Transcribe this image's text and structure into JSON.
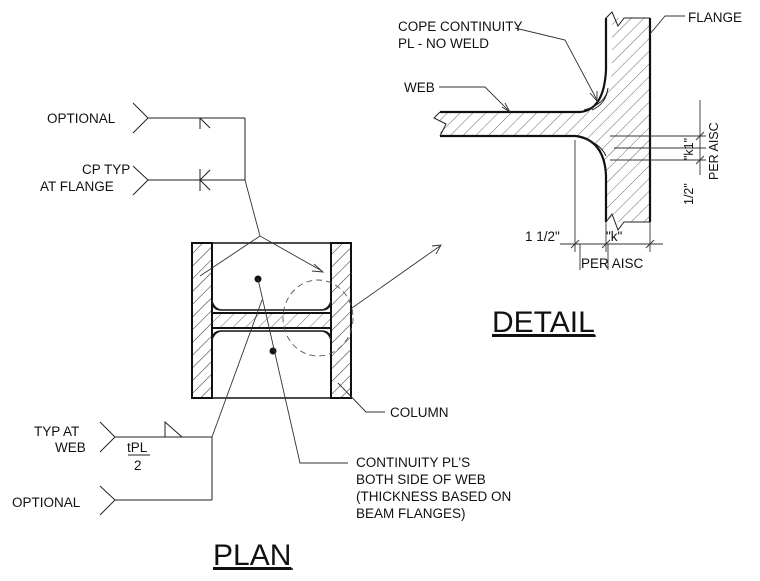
{
  "titles": {
    "plan": "PLAN",
    "detail": "DETAIL"
  },
  "plan_labels": {
    "optional_top": "OPTIONAL",
    "cp_typ_line1": "CP TYP",
    "cp_typ_line2": "AT FLANGE",
    "typ_at_web_line1": "TYP AT",
    "typ_at_web_line2": "WEB",
    "fraction_num": "tPL",
    "fraction_den": "2",
    "optional_bottom": "OPTIONAL",
    "column": "COLUMN",
    "continuity_line1": "CONTINUITY PL'S",
    "continuity_line2": "BOTH SIDE OF WEB",
    "continuity_line3": "(THICKNESS BASED ON",
    "continuity_line4": "BEAM FLANGES)"
  },
  "detail_labels": {
    "cope_line1": "COPE CONTINUITY",
    "cope_line2": "PL - NO WELD",
    "flange": "FLANGE",
    "web": "WEB",
    "k1": "\"k1\"",
    "per_aisc_vertical": "PER AISC",
    "half_inch": "1/2\"",
    "one_half": "1 1/2\"",
    "k": "\"k\"",
    "per_aisc_bottom": "PER AISC"
  }
}
